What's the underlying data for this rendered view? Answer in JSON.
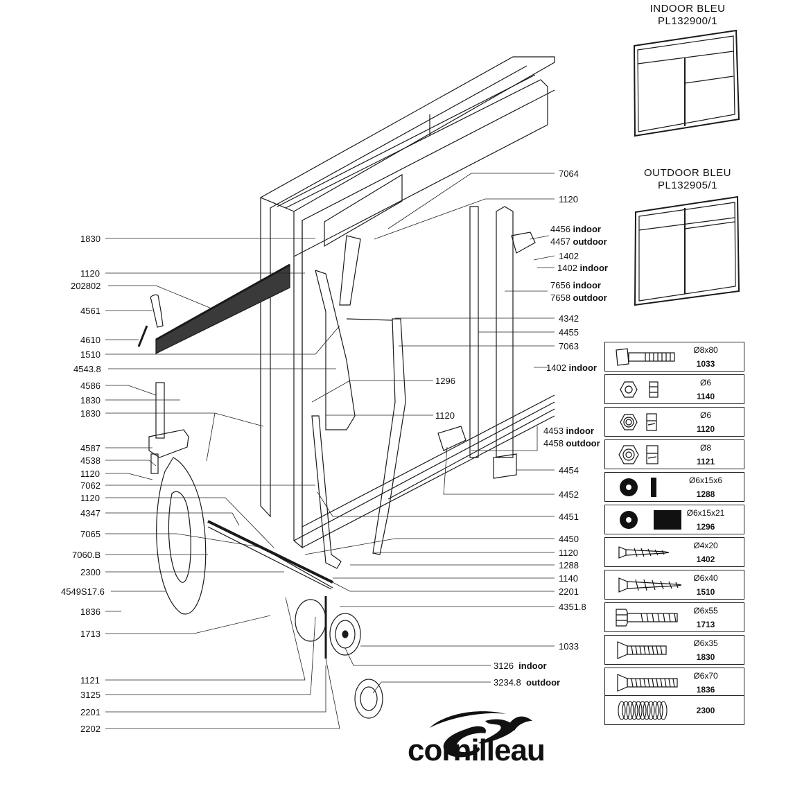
{
  "variants": [
    {
      "name": "INDOOR  BLEU",
      "ref": "PL132900/1"
    },
    {
      "name": "OUTDOOR  BLEU",
      "ref": "PL132905/1"
    }
  ],
  "callouts_left": [
    {
      "id": "1830"
    },
    {
      "id": "1120"
    },
    {
      "id": "202802"
    },
    {
      "id": "4561"
    },
    {
      "id": "4610"
    },
    {
      "id": "1510"
    },
    {
      "id": "4543.8"
    },
    {
      "id": "4586"
    },
    {
      "id": "1830"
    },
    {
      "id": "1830"
    },
    {
      "id": "4587"
    },
    {
      "id": "4538"
    },
    {
      "id": "1120"
    },
    {
      "id": "7062"
    },
    {
      "id": "1120"
    },
    {
      "id": "4347"
    },
    {
      "id": "7065"
    },
    {
      "id": "7060.B"
    },
    {
      "id": "2300"
    },
    {
      "id": "4549S17.6"
    },
    {
      "id": "1836"
    },
    {
      "id": "1713"
    },
    {
      "id": "1121"
    },
    {
      "id": "3125"
    },
    {
      "id": "2201"
    },
    {
      "id": "2202"
    }
  ],
  "callouts_right": [
    {
      "id": "7064",
      "note": ""
    },
    {
      "id": "1120",
      "note": ""
    },
    {
      "id": "4456",
      "note": "indoor"
    },
    {
      "id": "4457",
      "note": "outdoor"
    },
    {
      "id": "1402",
      "note": ""
    },
    {
      "id": "1402",
      "note": "indoor"
    },
    {
      "id": "7656",
      "note": "indoor"
    },
    {
      "id": "7658",
      "note": "outdoor"
    },
    {
      "id": "4342",
      "note": ""
    },
    {
      "id": "4455",
      "note": ""
    },
    {
      "id": "7063",
      "note": ""
    },
    {
      "id": "1402",
      "note": "indoor"
    },
    {
      "id": "1296",
      "note": ""
    },
    {
      "id": "1120",
      "note": ""
    },
    {
      "id": "4453",
      "note": "indoor"
    },
    {
      "id": "4458",
      "note": "outdoor"
    },
    {
      "id": "4454",
      "note": ""
    },
    {
      "id": "4452",
      "note": ""
    },
    {
      "id": "4451",
      "note": ""
    },
    {
      "id": "4450",
      "note": ""
    },
    {
      "id": "1120",
      "note": ""
    },
    {
      "id": "1288",
      "note": ""
    },
    {
      "id": "1140",
      "note": ""
    },
    {
      "id": "2201",
      "note": ""
    },
    {
      "id": "4351.8",
      "note": ""
    },
    {
      "id": "1033",
      "note": ""
    },
    {
      "id": "3126",
      "note": "indoor"
    },
    {
      "id": "3234.8",
      "note": "outdoor"
    }
  ],
  "hardware_legend": [
    {
      "dim": "Ø8x80",
      "code": "1033",
      "icon": "bolt-icon"
    },
    {
      "dim": "Ø6",
      "code": "1140",
      "icon": "hex-nut-icon"
    },
    {
      "dim": "Ø6",
      "code": "1120",
      "icon": "lock-nut-icon"
    },
    {
      "dim": "Ø8",
      "code": "1121",
      "icon": "lock-nut-icon"
    },
    {
      "dim": "Ø6x15x6",
      "code": "1288",
      "icon": "spacer-icon"
    },
    {
      "dim": "Ø6x15x21",
      "code": "1296",
      "icon": "spacer-icon"
    },
    {
      "dim": "Ø4x20",
      "code": "1402",
      "icon": "wood-screw-icon"
    },
    {
      "dim": "Ø6x40",
      "code": "1510",
      "icon": "wood-screw-icon"
    },
    {
      "dim": "Ø6x55",
      "code": "1713",
      "icon": "hex-bolt-icon"
    },
    {
      "dim": "Ø6x35",
      "code": "1830",
      "icon": "countersunk-bolt-icon"
    },
    {
      "dim": "Ø6x70",
      "code": "1836",
      "icon": "countersunk-bolt-icon"
    },
    {
      "dim": "",
      "code": "2300",
      "icon": "spring-icon"
    }
  ],
  "brand": {
    "name": "cornilleau",
    "logo_icon": "swoosh-logo-icon"
  }
}
